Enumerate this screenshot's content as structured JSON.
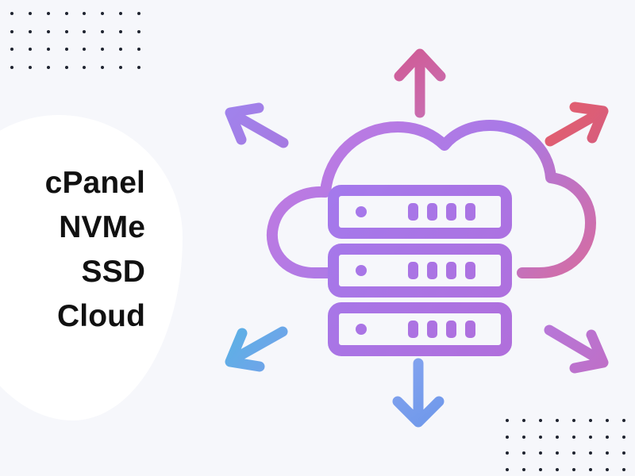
{
  "texts": {
    "features": [
      "cPanel",
      "NVMe",
      "SSD",
      "Cloud"
    ]
  },
  "illustration": {
    "central_icon": "cloud-server-icon",
    "arrows": [
      "arrow-up-icon",
      "arrow-up-right-icon",
      "arrow-up-left-icon",
      "arrow-down-right-icon",
      "arrow-down-left-icon",
      "arrow-down-icon"
    ],
    "server_units": 3,
    "decorations": [
      "dot-grid-top-left",
      "dot-grid-bottom-right",
      "white-blob-left"
    ]
  },
  "colors": {
    "background": "#f6f7fb",
    "text": "#111111",
    "dots": "#1f2430",
    "pink": "#d66aa5",
    "purple": "#b57ad9",
    "violet": "#9b7bea",
    "blue": "#5bb3e6",
    "red": "#e55b6d"
  }
}
